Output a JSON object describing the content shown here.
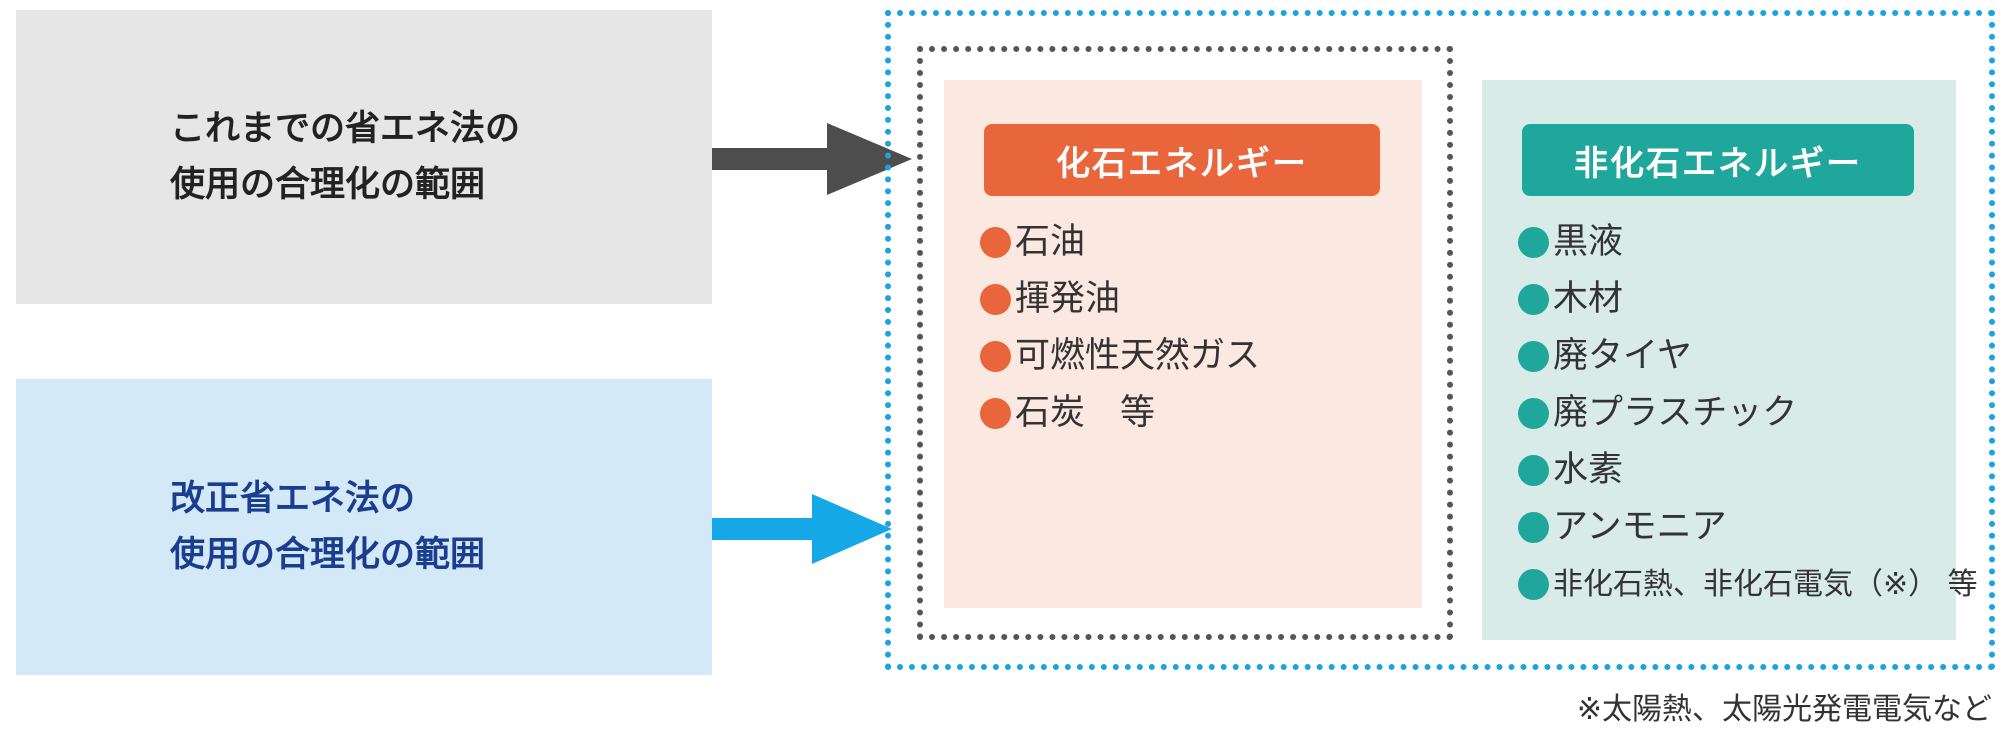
{
  "left_boxes": {
    "old": {
      "line1": "これまでの省エネ法の",
      "line2": "使用の合理化の範囲",
      "color": "#e6e6e6",
      "text_color": "#222222"
    },
    "new": {
      "line1": "改正省エネ法の",
      "line2": "使用の合理化の範囲",
      "color": "#d4e9f7",
      "text_color": "#1b3d8f"
    }
  },
  "arrows": {
    "old_color": "#4d4d4d",
    "new_color": "#14a9e6"
  },
  "fossil": {
    "title": "化石エネルギー",
    "accent": "#e9653b",
    "items": [
      "石油",
      "揮発油",
      "可燃性天然ガス",
      "石炭　等"
    ]
  },
  "non_fossil": {
    "title": "非化石エネルギー",
    "accent": "#1fa79c",
    "items": [
      "黒液",
      "木材",
      "廃タイヤ",
      "廃プラスチック",
      "水素",
      "アンモニア",
      "非化石熱、非化石電気（※） 等"
    ]
  },
  "footnote": "※太陽熱、太陽光発電電気など"
}
